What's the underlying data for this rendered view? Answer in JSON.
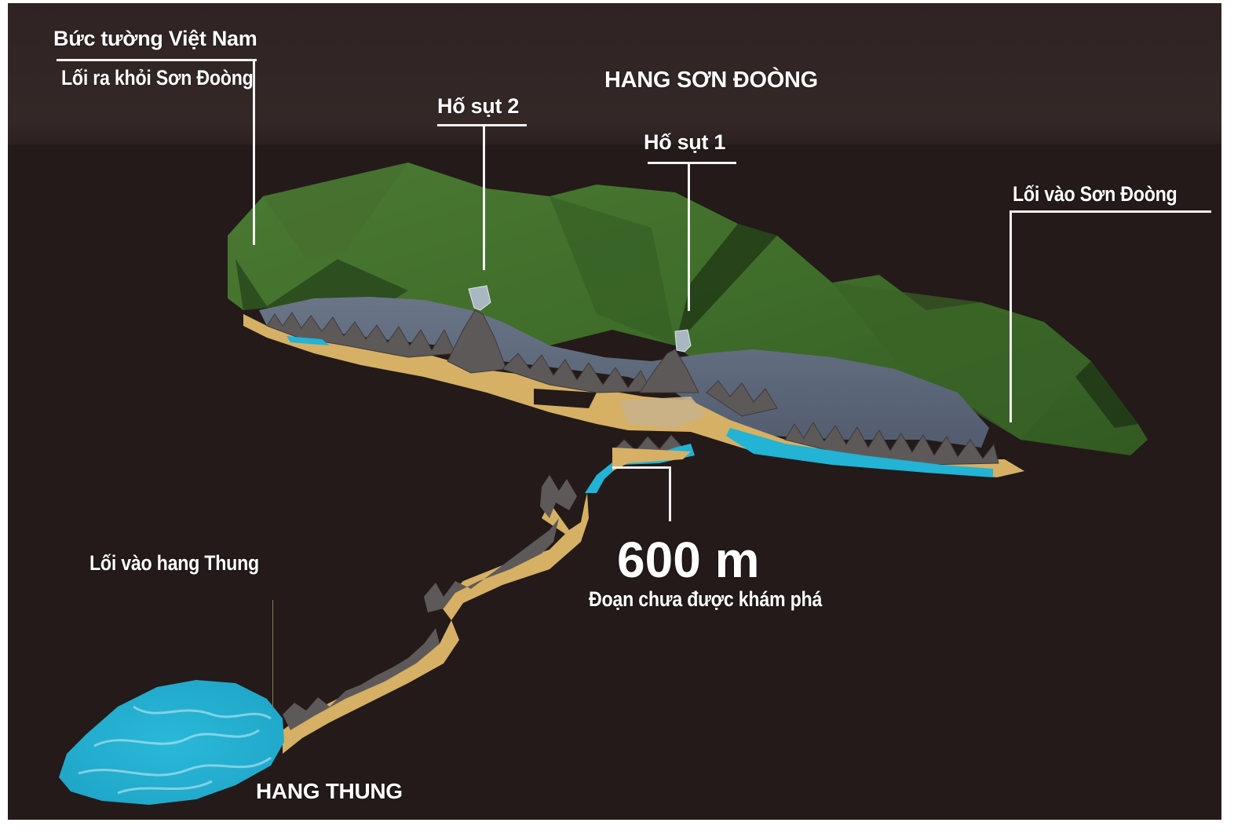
{
  "title": "HANG SƠN ĐOÒNG",
  "labels": {
    "vietnam_wall": "Bức tường Việt Nam",
    "exit_son_doong": "Lối ra khỏi Sơn Đoòng",
    "doline_2": "Hố sụt 2",
    "doline_1": "Hố sụt 1",
    "entrance_son_doong": "Lối vào Sơn Đoòng",
    "entrance_hang_thung": "Lối vào hang Thung",
    "hang_thung": "HANG THUNG",
    "distance_value": "600 m",
    "distance_caption": "Đoạn chưa được khám phá"
  },
  "colors": {
    "background": "#231a19",
    "top_band": "#332726",
    "mountain": "#3f6b2a",
    "mountain_dark": "#2c4f1d",
    "lake": "#5f6b80",
    "sand": "#d4ad62",
    "rock": "#5d5858",
    "water": "#23b5d6",
    "label": "#ffffff"
  }
}
